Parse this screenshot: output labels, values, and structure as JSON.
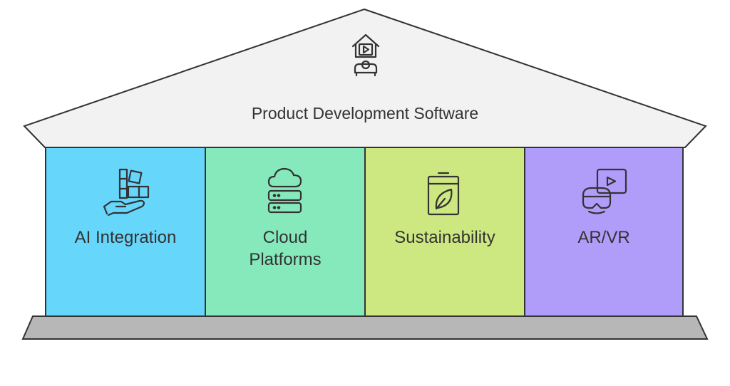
{
  "roof": {
    "title": "Product Development Software",
    "icon": "home-video-projector-icon",
    "fill": "#f2f2f2"
  },
  "pillars": [
    {
      "label_lines": [
        "AI Integration"
      ],
      "icon": "hand-blocks-icon",
      "color": "#66d6fb"
    },
    {
      "label_lines": [
        "Cloud",
        "Platforms"
      ],
      "icon": "cloud-server-icon",
      "color": "#86e9bc"
    },
    {
      "label_lines": [
        "Sustainability"
      ],
      "icon": "eco-battery-icon",
      "color": "#cde880"
    },
    {
      "label_lines": [
        "AR/VR"
      ],
      "icon": "vr-headset-icon",
      "color": "#b09dfa"
    }
  ],
  "base": {
    "fill": "#b7b7b7"
  },
  "stroke_color": "#333333"
}
